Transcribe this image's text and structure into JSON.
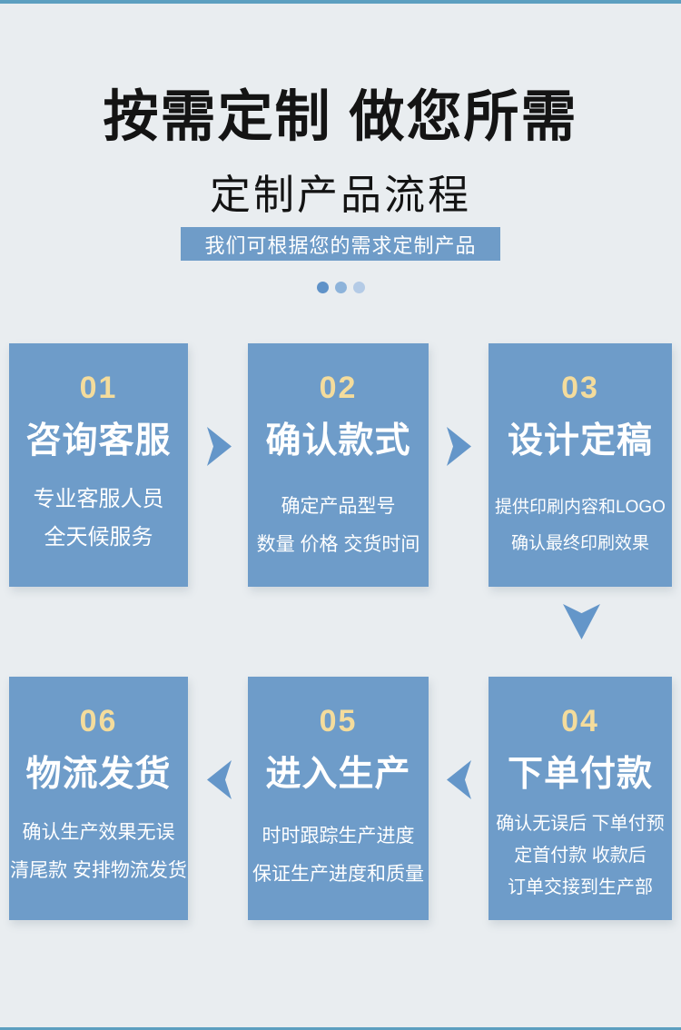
{
  "header": {
    "title": "按需定制  做您所需",
    "subtitle": "定制产品流程",
    "banner": "我们可根据您的需求定制产品"
  },
  "colors": {
    "background": "#e9edf0",
    "edge_bar": "#5c9fc0",
    "box_blue": "#6e9cc9",
    "banner_blue": "#6f9cc8",
    "arrow_blue": "#6496c9",
    "number_cream": "#f4dc9c"
  },
  "dots": [
    "#5f92c8",
    "#8db3da",
    "#b4cbe6"
  ],
  "steps": [
    {
      "number": "01",
      "title": "咨询客服",
      "lines": [
        "专业客服人员",
        "全天候服务"
      ]
    },
    {
      "number": "02",
      "title": "确认款式",
      "lines": [
        "确定产品型号",
        "数量 价格 交货时间"
      ]
    },
    {
      "number": "03",
      "title": "设计定稿",
      "lines": [
        "提供印刷内容和LOGO",
        "确认最终印刷效果"
      ]
    },
    {
      "number": "04",
      "title": "下单付款",
      "lines": [
        "确认无误后 下单付预",
        "定首付款 收款后",
        "订单交接到生产部"
      ]
    },
    {
      "number": "05",
      "title": "进入生产",
      "lines": [
        "时时跟踪生产进度",
        "保证生产进度和质量"
      ]
    },
    {
      "number": "06",
      "title": "物流发货",
      "lines": [
        "确认生产效果无误",
        "清尾款 安排物流发货"
      ]
    }
  ]
}
